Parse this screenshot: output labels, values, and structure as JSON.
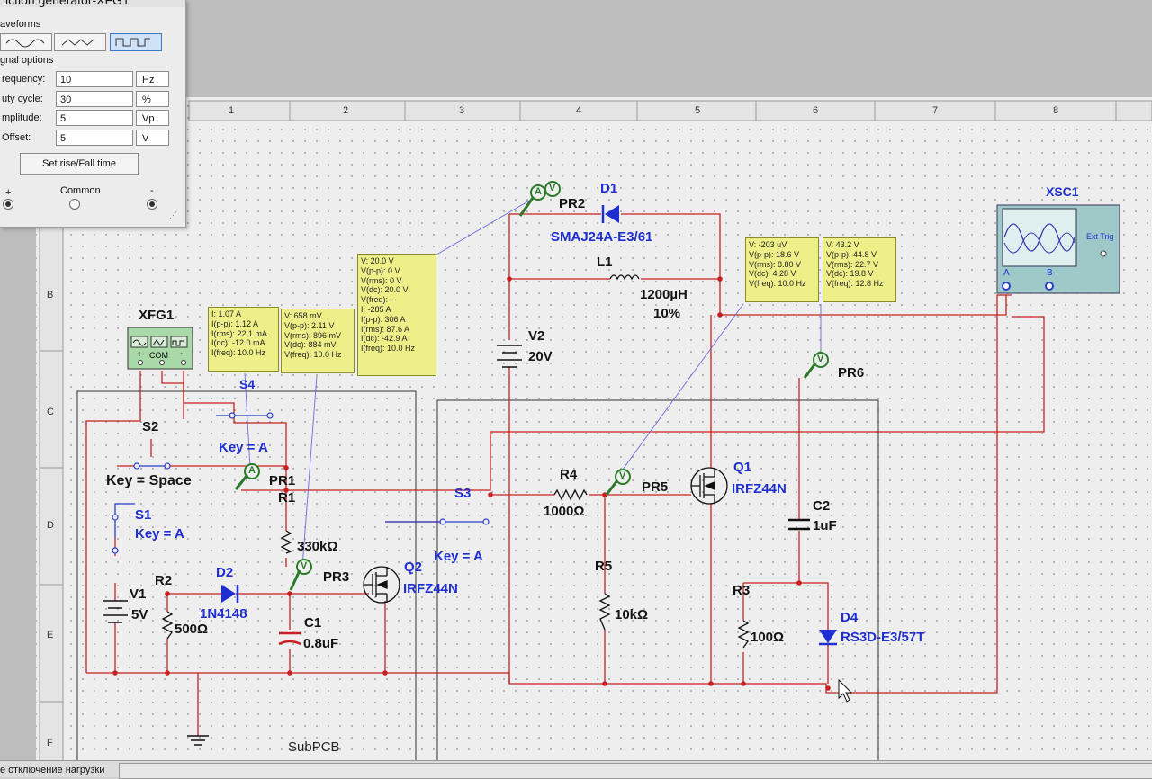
{
  "function_generator": {
    "title": "iction generator-XFG1",
    "waveforms_label": "aveforms",
    "signal_options_label": "gnal options",
    "rows": [
      {
        "label": "requency:",
        "value": "10",
        "unit": "Hz"
      },
      {
        "label": "uty cycle:",
        "value": "30",
        "unit": "%"
      },
      {
        "label": "mplitude:",
        "value": "5",
        "unit": "Vp"
      },
      {
        "label": "Offset:",
        "value": "5",
        "unit": "V"
      }
    ],
    "set_rise_fall_label": "Set rise/Fall time",
    "plus_label": "+",
    "common_label": "Common",
    "minus_label": "-",
    "selected_waveform": "square"
  },
  "rulers": {
    "top": [
      "1",
      "2",
      "3",
      "4",
      "5",
      "6",
      "7",
      "8"
    ],
    "left": [
      "B",
      "C",
      "D",
      "E",
      "F"
    ]
  },
  "components": {
    "xfg1": "XFG1",
    "xfg1_com": "COM",
    "xfg1_plus": "+",
    "xfg1_minus": "-",
    "s4": "S4",
    "s2": "S2",
    "key_a_1": "Key = A",
    "key_space": "Key = Space",
    "pr1": "PR1",
    "r1": "R1",
    "r1_value": "330kΩ",
    "s1": "S1",
    "key_a_2": "Key = A",
    "r2": "R2",
    "r2_value": "500Ω",
    "d2": "D2",
    "d2_model": "1N4148",
    "v1": "V1",
    "v1_value": "5V",
    "pr3": "PR3",
    "c1": "C1",
    "c1_value": "0.8uF",
    "q2": "Q2",
    "q2_model": "IRFZ44N",
    "key_a_3": "Key = A",
    "s3": "S3",
    "pr2": "PR2",
    "d1": "D1",
    "d1_model": "SMAJ24A-E3/61",
    "l1": "L1",
    "l1_value": "1200µH",
    "l1_tol": "10%",
    "v2": "V2",
    "v2_value": "20V",
    "r4": "R4",
    "r4_value": "1000Ω",
    "pr5": "PR5",
    "r5": "R5",
    "r5_value": "10kΩ",
    "q1": "Q1",
    "q1_model": "IRFZ44N",
    "c2": "C2",
    "c2_value": "1uF",
    "r3": "R3",
    "r3_value": "100Ω",
    "d4": "D4",
    "d4_model": "RS3D-E3/57T",
    "pr6": "PR6",
    "xsc1": "XSC1",
    "xsc1_a": "A",
    "xsc1_b": "B",
    "xsc1_ext": "Ext Trig",
    "subpcb": "SubPCB",
    "ammeter_symbol": "A",
    "voltmeter_symbol": "V"
  },
  "probes": {
    "pr1": [
      "I: 1.07 A",
      "I(p-p): 1.12 A",
      "I(rms): 22.1 mA",
      "I(dc): -12.0 mA",
      "I(freq): 10.0 Hz"
    ],
    "pr3": [
      "V: 658 mV",
      "V(p-p): 2.11 V",
      "V(rms): 896 mV",
      "V(dc): 884 mV",
      "V(freq): 10.0 Hz"
    ],
    "pr2": [
      "V: 20.0 V",
      "V(p-p): 0 V",
      "V(rms): 0 V",
      "V(dc): 20.0 V",
      "V(freq): --",
      "I: -285 A",
      "I(p-p): 306 A",
      "I(rms): 87.6 A",
      "I(dc): -42.9 A",
      "I(freq): 10.0 Hz"
    ],
    "pr5": [
      "V: -203 uV",
      "V(p-p): 18.6 V",
      "V(rms): 8.80 V",
      "V(dc): 4.28 V",
      "V(freq): 10.0 Hz"
    ],
    "pr6": [
      "V: 43.2 V",
      "V(p-p): 44.8 V",
      "V(rms): 22.7 V",
      "V(dc): 19.8 V",
      "V(freq): 12.8 Hz"
    ]
  },
  "statusbar": {
    "text": "е отключение нагрузки"
  },
  "colors": {
    "wire_red": "#c82020",
    "wire_blue": "#2a3cc8",
    "label_blue": "#1f2fcf",
    "probe_bg": "#efef8a",
    "scope_body": "#9fc9c9",
    "generator_body": "#a9d8a9"
  }
}
